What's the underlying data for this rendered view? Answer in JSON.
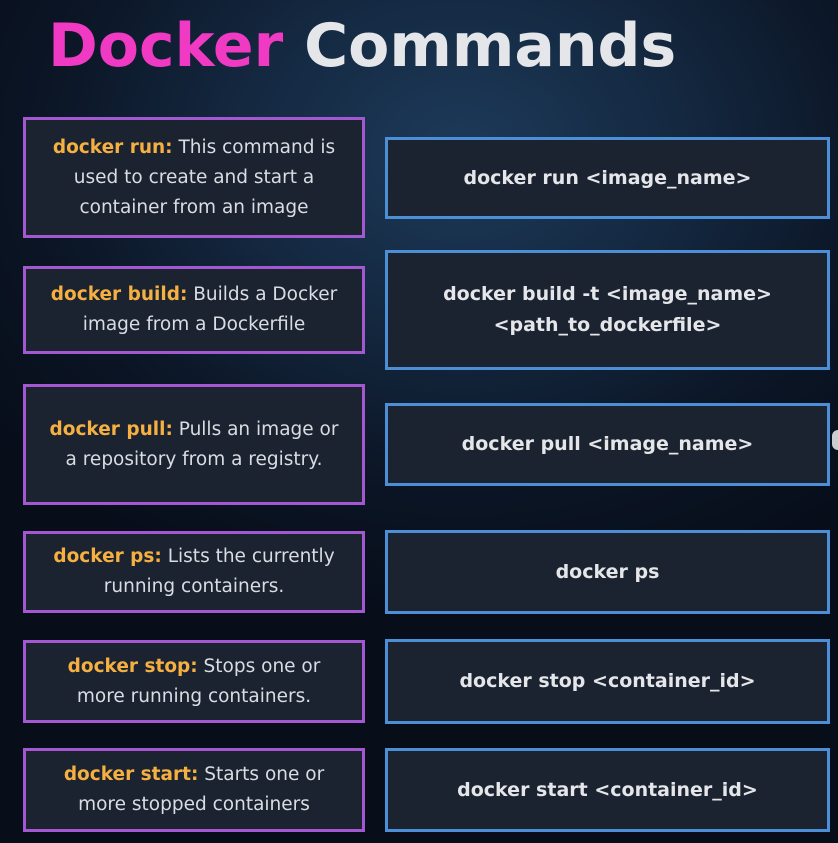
{
  "title": {
    "part1": "Docker",
    "part2": "Commands"
  },
  "colors": {
    "title_pink": "#f03ac4",
    "title_white": "#e4e6ea",
    "desc_border": "#a357d1",
    "cmd_border": "#4c8fd6",
    "command_highlight": "#f5b041",
    "box_fill": "#1b2230"
  },
  "rows": [
    {
      "command": "docker run:",
      "description": " This command is used to create and start a container from an image",
      "syntax": "docker run <image_name>"
    },
    {
      "command": "docker build:",
      "description": " Builds a Docker image from a Dockerfile",
      "syntax": "docker build -t <image_name> <path_to_dockerfile>"
    },
    {
      "command": "docker pull:",
      "description": " Pulls an image or a repository from a registry.",
      "syntax": "docker pull <image_name>"
    },
    {
      "command": "docker ps:",
      "description": " Lists the currently running containers.",
      "syntax": "docker ps"
    },
    {
      "command": "docker stop:",
      "description": " Stops one or more running containers.",
      "syntax": "docker stop <container_id>"
    },
    {
      "command": "docker start:",
      "description": " Starts one or more stopped containers",
      "syntax": "docker start <container_id>"
    }
  ]
}
